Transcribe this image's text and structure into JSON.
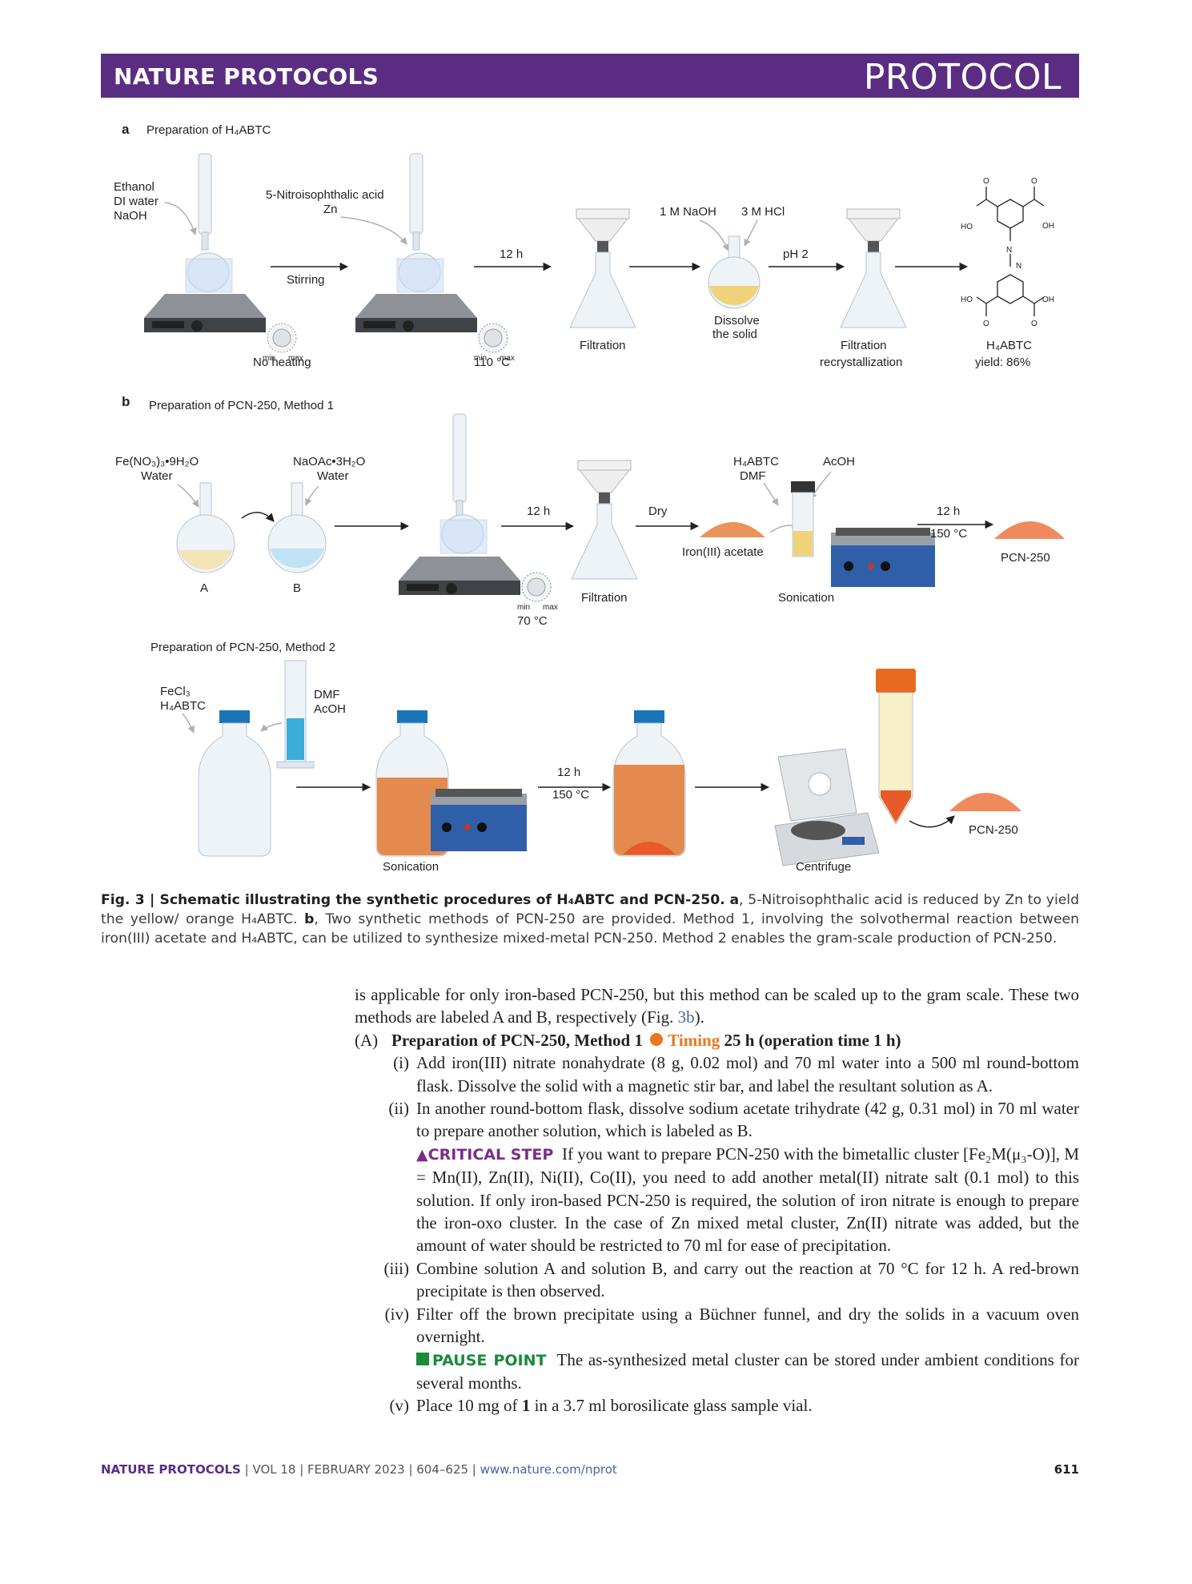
{
  "header": {
    "journal": "NATURE PROTOCOLS",
    "kind": "PROTOCOL"
  },
  "figure": {
    "panel_a": {
      "letter": "a",
      "title": "Preparation of H₄ABTC",
      "reagents_left": [
        "Ethanol",
        "DI water",
        "NaOH"
      ],
      "reagents_mid": [
        "5-Nitroisophthalic acid",
        "Zn"
      ],
      "stirring": "Stirring",
      "no_heating": "No heating",
      "temp": "110 °C",
      "time": "12 h",
      "min": "min",
      "max": "max",
      "filtration": "Filtration",
      "naoh": "1 M NaOH",
      "hcl": "3 M HCl",
      "dissolve": [
        "Dissolve",
        "the solid"
      ],
      "ph": "pH 2",
      "filtration2": [
        "Filtration",
        "recrystallization"
      ],
      "product": [
        "H₄ABTC",
        "yield: 86%"
      ],
      "ho": "HO",
      "oh": "OH",
      "o": "O",
      "n": "N"
    },
    "panel_b": {
      "letter": "b",
      "title1": "Preparation of PCN-250, Method 1",
      "fe_reagent": [
        "Fe(NO₃)₃•9H₂O",
        "Water"
      ],
      "na_reagent": [
        "NaOAc•3H₂O",
        "Water"
      ],
      "flask_a": "A",
      "flask_b": "B",
      "time": "12 h",
      "temp": "70 °C",
      "min": "min",
      "max": "max",
      "filtration": "Filtration",
      "dry": "Dry",
      "iron_acetate": "Iron(III) acetate",
      "vial_reagents": [
        "H₄ABTC",
        "DMF"
      ],
      "acoh": "AcOH",
      "sonication": "Sonication",
      "time2": "12 h",
      "temp2": "150 °C",
      "product": "PCN-250",
      "title2": "Preparation of PCN-250, Method 2",
      "m2_reagents": [
        "FeCl₃",
        "H₄ABTC"
      ],
      "m2_solvent": [
        "DMF",
        "AcOH"
      ],
      "m2_sonication": "Sonication",
      "m2_time": "12 h",
      "m2_temp": "150 °C",
      "centrifuge": "Centrifuge",
      "m2_product": "PCN-250"
    }
  },
  "caption": {
    "label": "Fig. 3 | Schematic illustrating the synthetic procedures of H₄ABTC and PCN-250.",
    "a_letter": "a",
    "a_text": ", 5-Nitroisophthalic acid is reduced by Zn to yield the yellow/ orange H₄ABTC.",
    "b_letter": "b",
    "b_text": ", Two synthetic methods of PCN-250 are provided. Method 1, involving the solvothermal reaction between iron(III) acetate and H₄ABTC, can be utilized to synthesize mixed-metal PCN-250. Method 2 enables the gram-scale production of PCN-250."
  },
  "body": {
    "intro_1": "is applicable for only iron-based PCN-250, but this method can be scaled up to the gram scale. These two methods are labeled A and B, respectively (Fig. ",
    "intro_link": "3b",
    "intro_2": ").",
    "heading_num": "(A)",
    "heading": "Preparation of PCN-250, Method 1",
    "timing_label": "Timing",
    "timing_value": "25 h (operation time 1 h)",
    "step_i_num": "(i)",
    "step_i": "Add iron(III) nitrate nonahydrate (8 g, 0.02 mol) and 70 ml water into a 500 ml round-bottom flask. Dissolve the solid with a magnetic stir bar, and label the resultant solution as A.",
    "step_ii_num": "(ii)",
    "step_ii": "In another round-bottom flask, dissolve sodium acetate trihydrate (42 g, 0.31 mol) in 70 ml water to prepare another solution, which is labeled as B.",
    "critical_label": "▲CRITICAL STEP",
    "critical_text": "If you want to prepare PCN-250 with the bimetallic cluster [Fe₂M(μ₃-O)], M = Mn(II), Zn(II), Ni(II), Co(II), you need to add another metal(II) nitrate salt (0.1 mol) to this solution. If only iron-based PCN-250 is required, the solution of iron nitrate is enough to prepare the iron-oxo cluster. In the case of Zn mixed metal cluster, Zn(II) nitrate was added, but the amount of water should be restricted to 70 ml for ease of precipitation.",
    "step_iii_num": "(iii)",
    "step_iii": "Combine solution A and solution B, and carry out the reaction at 70 °C for 12 h. A red-brown precipitate is then observed.",
    "step_iv_num": "(iv)",
    "step_iv": "Filter off the brown precipitate using a Büchner funnel, and dry the solids in a vacuum oven overnight.",
    "pause_label": "PAUSE POINT",
    "pause_text": "The as-synthesized metal cluster can be stored under ambient conditions for several months.",
    "step_v_num": "(v)",
    "step_v_1": "Place 10 mg of ",
    "step_v_bold": "1",
    "step_v_2": " in a 3.7 ml borosilicate glass sample vial."
  },
  "footer": {
    "journal": "NATURE PROTOCOLS",
    "meta": "| VOL 18 | FEBRUARY 2023 | 604–625 |",
    "url": "www.nature.com/nprot",
    "page": "611"
  }
}
